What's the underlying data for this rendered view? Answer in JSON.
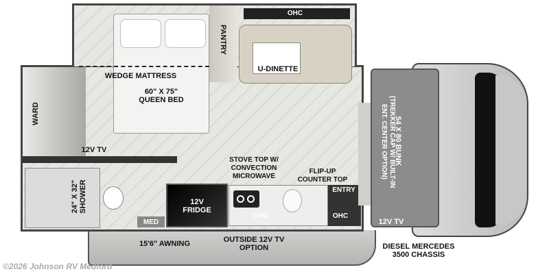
{
  "labels": {
    "ohc_top": "OHC",
    "pantry": "PANTRY",
    "u_dinette": "U-DINETTE",
    "wedge_mattress": "WEDGE MATTRESS",
    "queen_bed": "60\" X 75\"\nQUEEN BED",
    "wardrobe": "WARD",
    "tv_bedroom": "12V TV",
    "shower": "24\" X 32\"\nSHOWER",
    "med": "MED",
    "fridge": "12V\nFRIDGE",
    "stove": "STOVE TOP W/\nCONVECTION\nMICROWAVE",
    "ohc_kitchen": "OHC",
    "flip_up": "FLIP-UP\nCOUNTER TOP",
    "entry": "ENTRY",
    "ohc_entry": "OHC",
    "bunk": "54 X 80 BUNK",
    "bunk_option": "(TREKKER CAP W/ BUILT-IN\nENT. CENTER OPTION)",
    "tv_cab": "12V TV",
    "awning": "15'6\" AWNING",
    "outside_tv": "OUTSIDE 12V TV\nOPTION",
    "chassis": "DIESEL MERCEDES\n3500 CHASSIS"
  },
  "watermark": "©2026 Johnson RV Medford"
}
